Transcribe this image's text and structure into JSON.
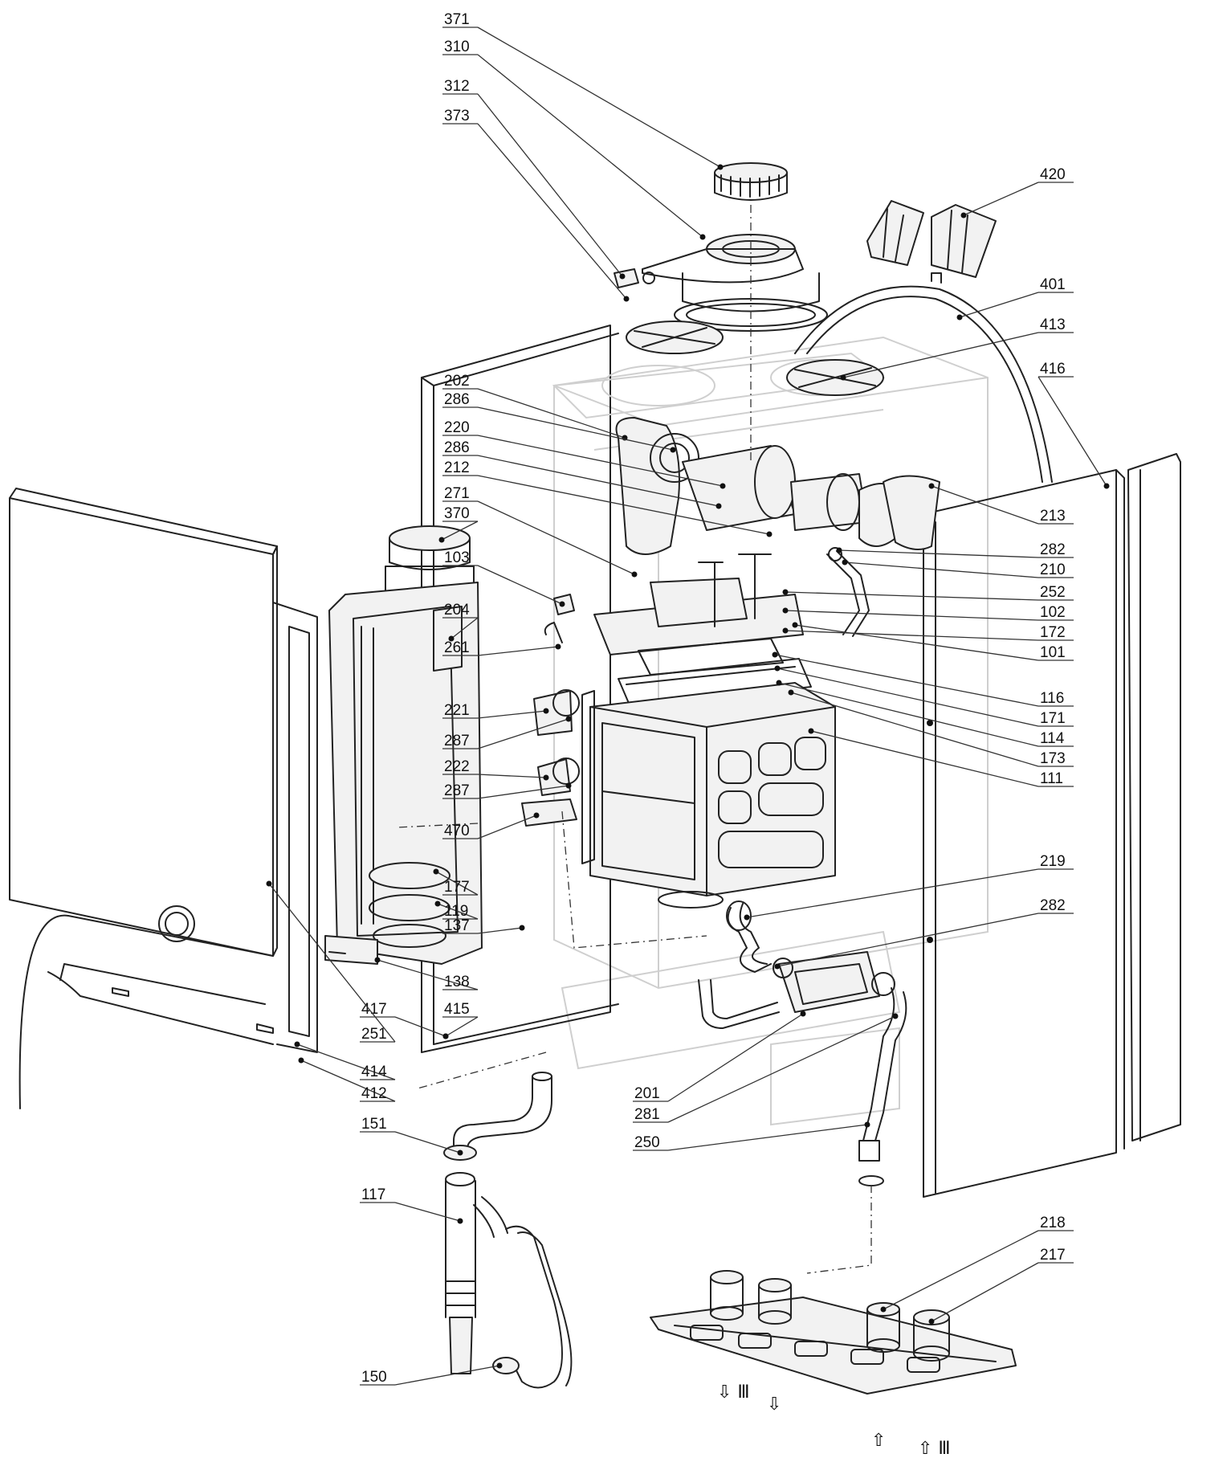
{
  "callouts": [
    {
      "label": "371",
      "side": "left"
    },
    {
      "label": "310",
      "side": "left"
    },
    {
      "label": "312",
      "side": "left"
    },
    {
      "label": "373",
      "side": "left"
    },
    {
      "label": "420",
      "side": "right"
    },
    {
      "label": "401",
      "side": "right"
    },
    {
      "label": "413",
      "side": "right"
    },
    {
      "label": "416",
      "side": "right"
    },
    {
      "label": "202",
      "side": "left"
    },
    {
      "label": "286",
      "side": "left"
    },
    {
      "label": "220",
      "side": "left"
    },
    {
      "label": "286",
      "side": "left"
    },
    {
      "label": "212",
      "side": "left"
    },
    {
      "label": "271",
      "side": "left"
    },
    {
      "label": "370",
      "side": "left"
    },
    {
      "label": "213",
      "side": "right"
    },
    {
      "label": "282",
      "side": "right"
    },
    {
      "label": "210",
      "side": "right"
    },
    {
      "label": "252",
      "side": "right"
    },
    {
      "label": "102",
      "side": "right"
    },
    {
      "label": "172",
      "side": "right"
    },
    {
      "label": "101",
      "side": "right"
    },
    {
      "label": "103",
      "side": "left"
    },
    {
      "label": "204",
      "side": "left"
    },
    {
      "label": "261",
      "side": "left"
    },
    {
      "label": "221",
      "side": "left"
    },
    {
      "label": "287",
      "side": "left"
    },
    {
      "label": "222",
      "side": "left"
    },
    {
      "label": "287",
      "side": "left"
    },
    {
      "label": "116",
      "side": "right"
    },
    {
      "label": "171",
      "side": "right"
    },
    {
      "label": "114",
      "side": "right"
    },
    {
      "label": "173",
      "side": "right"
    },
    {
      "label": "111",
      "side": "right"
    },
    {
      "label": "470",
      "side": "left"
    },
    {
      "label": "219",
      "side": "right"
    },
    {
      "label": "177",
      "side": "left"
    },
    {
      "label": "119",
      "side": "left"
    },
    {
      "label": "137",
      "side": "left"
    },
    {
      "label": "282",
      "side": "right"
    },
    {
      "label": "138",
      "side": "left"
    },
    {
      "label": "415",
      "side": "left"
    },
    {
      "label": "417",
      "side": "left"
    },
    {
      "label": "251",
      "side": "left"
    },
    {
      "label": "414",
      "side": "left"
    },
    {
      "label": "412",
      "side": "left"
    },
    {
      "label": "201",
      "side": "left"
    },
    {
      "label": "281",
      "side": "left"
    },
    {
      "label": "151",
      "side": "left"
    },
    {
      "label": "250",
      "side": "left"
    },
    {
      "label": "117",
      "side": "left"
    },
    {
      "label": "218",
      "side": "right"
    },
    {
      "label": "217",
      "side": "right"
    },
    {
      "label": "150",
      "side": "left"
    }
  ],
  "symbols": {
    "heating_flow": "⇩ Ⅲ",
    "gas": "⇩",
    "dhw_in": "⇧",
    "heating_return": "⇧ Ⅲ"
  }
}
